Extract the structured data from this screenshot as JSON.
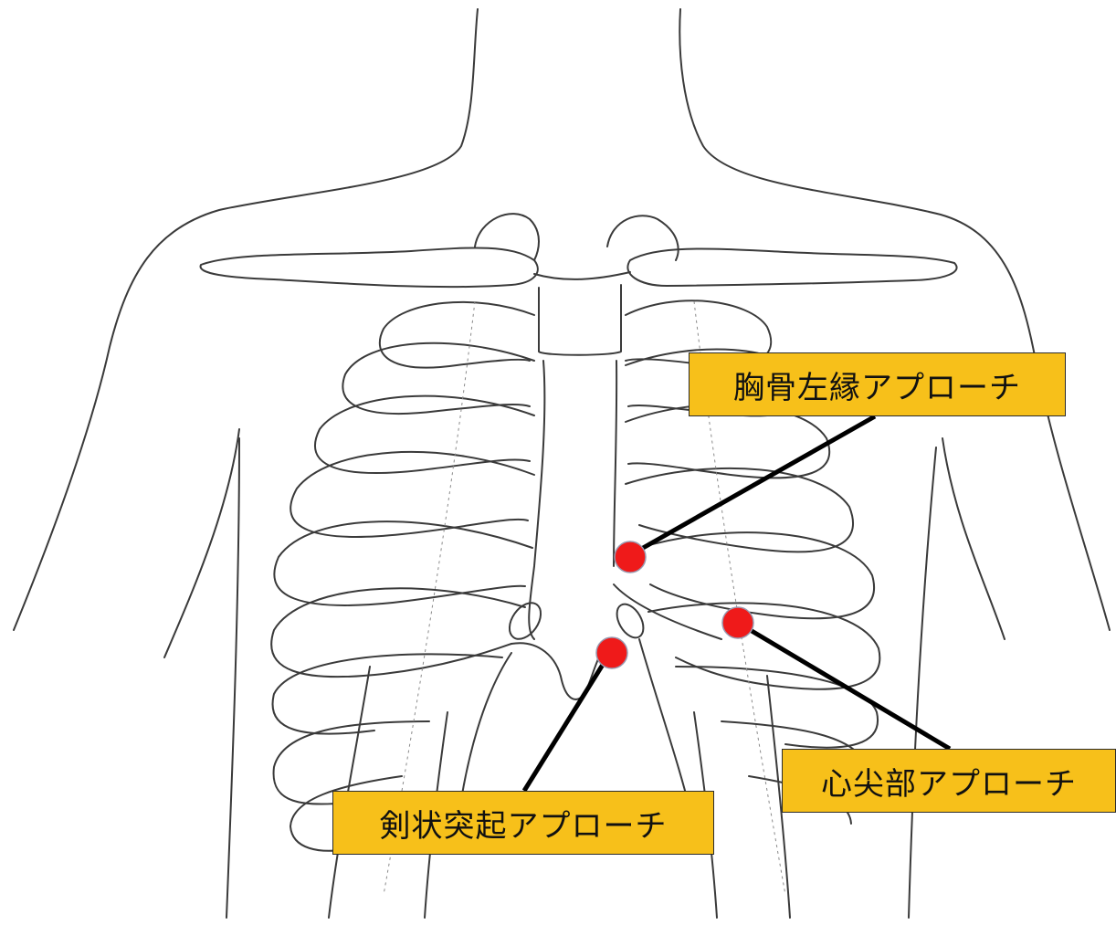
{
  "diagram": {
    "labels": {
      "left_sternal_border": "胸骨左縁アプローチ",
      "apical": "心尖部アプローチ",
      "subxiphoid": "剣状突起アプローチ"
    },
    "colors": {
      "label_fill": "#f7c01a",
      "marker": "#ef1a1a",
      "outline": "#3a3a3a",
      "leader_line": "#000000"
    }
  }
}
